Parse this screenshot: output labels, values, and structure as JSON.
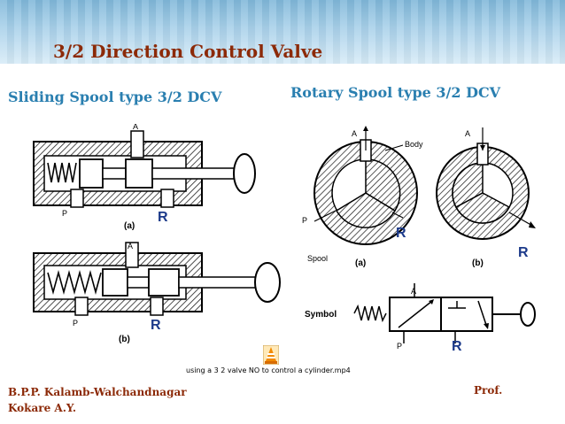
{
  "slide": {
    "title": "3/2 Direction Control Valve",
    "left_heading": "Sliding Spool type 3/2 DCV",
    "right_heading": "Rotary Spool type 3/2 DCV",
    "media_link": "using a 3 2 valve NO to control a cylinder.mp4",
    "footer_left_line1": "B.P.P. Kalamb-Walchandnagar",
    "footer_left_line2": "Kokare A.Y.",
    "footer_right": "Prof."
  },
  "diagram_labels": {
    "port_a": "A",
    "port_p": "P",
    "port_r": "R",
    "caption_a": "(a)",
    "caption_b": "(b)",
    "body": "Body",
    "spool": "Spool",
    "symbol": "Symbol"
  },
  "icons": {
    "media": "vlc-cone-icon"
  }
}
